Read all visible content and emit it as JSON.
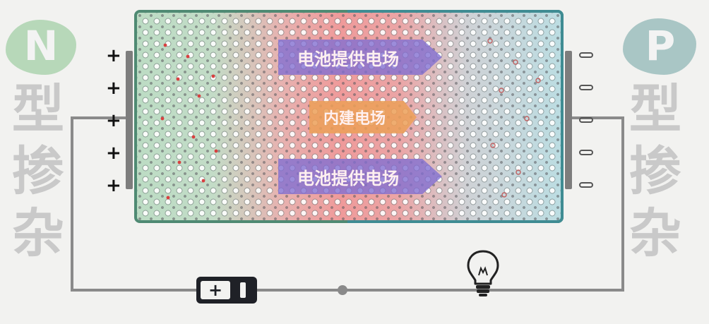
{
  "n_side": {
    "letter": "N",
    "chars": [
      "型",
      "掺",
      "杂"
    ]
  },
  "p_side": {
    "letter": "P",
    "chars": [
      "型",
      "掺",
      "杂"
    ]
  },
  "charges": {
    "plus": [
      "+",
      "+",
      "+",
      "+",
      "+"
    ]
  },
  "arrows": [
    {
      "label": "电池提供电场"
    },
    {
      "label": "内建电场"
    },
    {
      "label": "电池提供电场"
    }
  ],
  "battery": {
    "plus_label": "+"
  },
  "colors": {
    "n_region": "#bcdcc4",
    "p_region": "#bcdde2",
    "depletion": "#ef9a9a",
    "battery_field_arrow": "#806ed2",
    "built_in_field_arrow": "#eca058",
    "panel_border_left": "#4f8a73",
    "panel_border_right": "#3f8c93"
  }
}
